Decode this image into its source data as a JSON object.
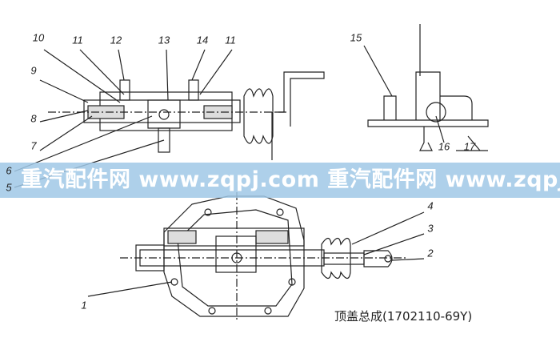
{
  "drawing": {
    "caption": "顶盖总成(1702110-69Y)",
    "labels": [
      "10",
      "11",
      "12",
      "13",
      "14",
      "11",
      "9",
      "8",
      "7",
      "6",
      "5",
      "15",
      "16",
      "17",
      "4",
      "3",
      "2",
      "1"
    ]
  },
  "watermark": {
    "text": "重汽配件网  www.zqpj.com  重汽配件网  www.zqpj.com  重"
  },
  "colors": {
    "band": "#a0c8e6",
    "line": "#222222"
  }
}
